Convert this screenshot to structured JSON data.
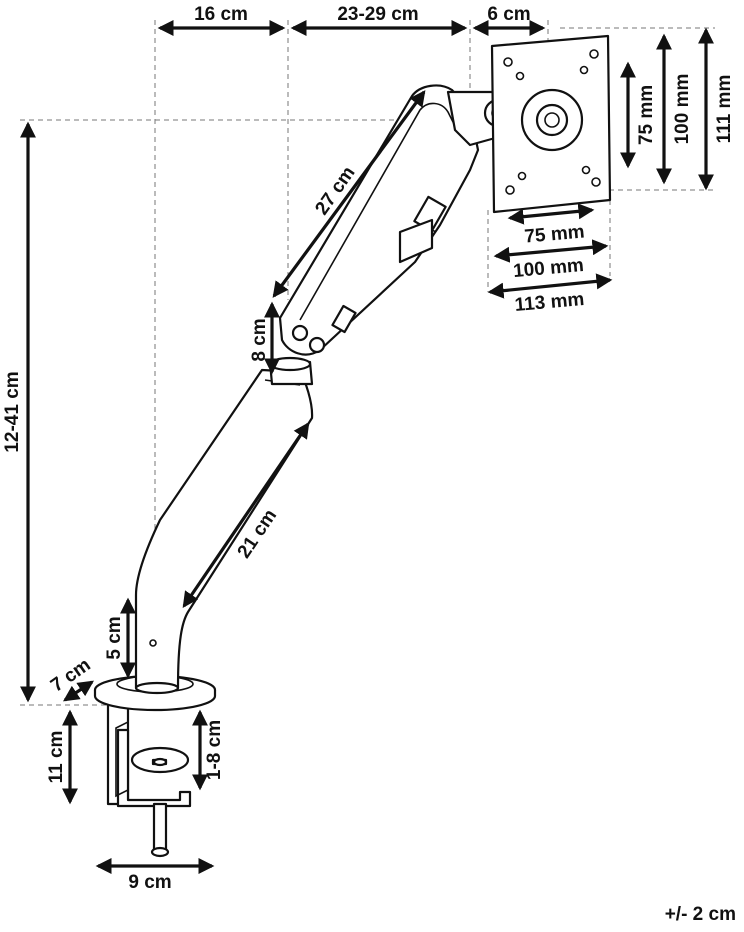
{
  "dimensions": {
    "top_left_width": "16 cm",
    "arm_reach": "23-29 cm",
    "plate_offset": "6 cm",
    "total_height": "12-41 cm",
    "upper_arm_length": "27 cm",
    "lower_arm_length": "21 cm",
    "joint_height": "8 cm",
    "pole_top": "5 cm",
    "base_diameter": "7 cm",
    "clamp_height": "11 cm",
    "clamp_opening": "1-8 cm",
    "clamp_width": "9 cm",
    "vesa_h_small": "75 mm",
    "vesa_h_large": "100 mm",
    "plate_width": "113 mm",
    "vesa_v_small": "75 mm",
    "vesa_v_large": "100 mm",
    "plate_height": "111 mm"
  },
  "tolerance": "+/- 2 cm"
}
